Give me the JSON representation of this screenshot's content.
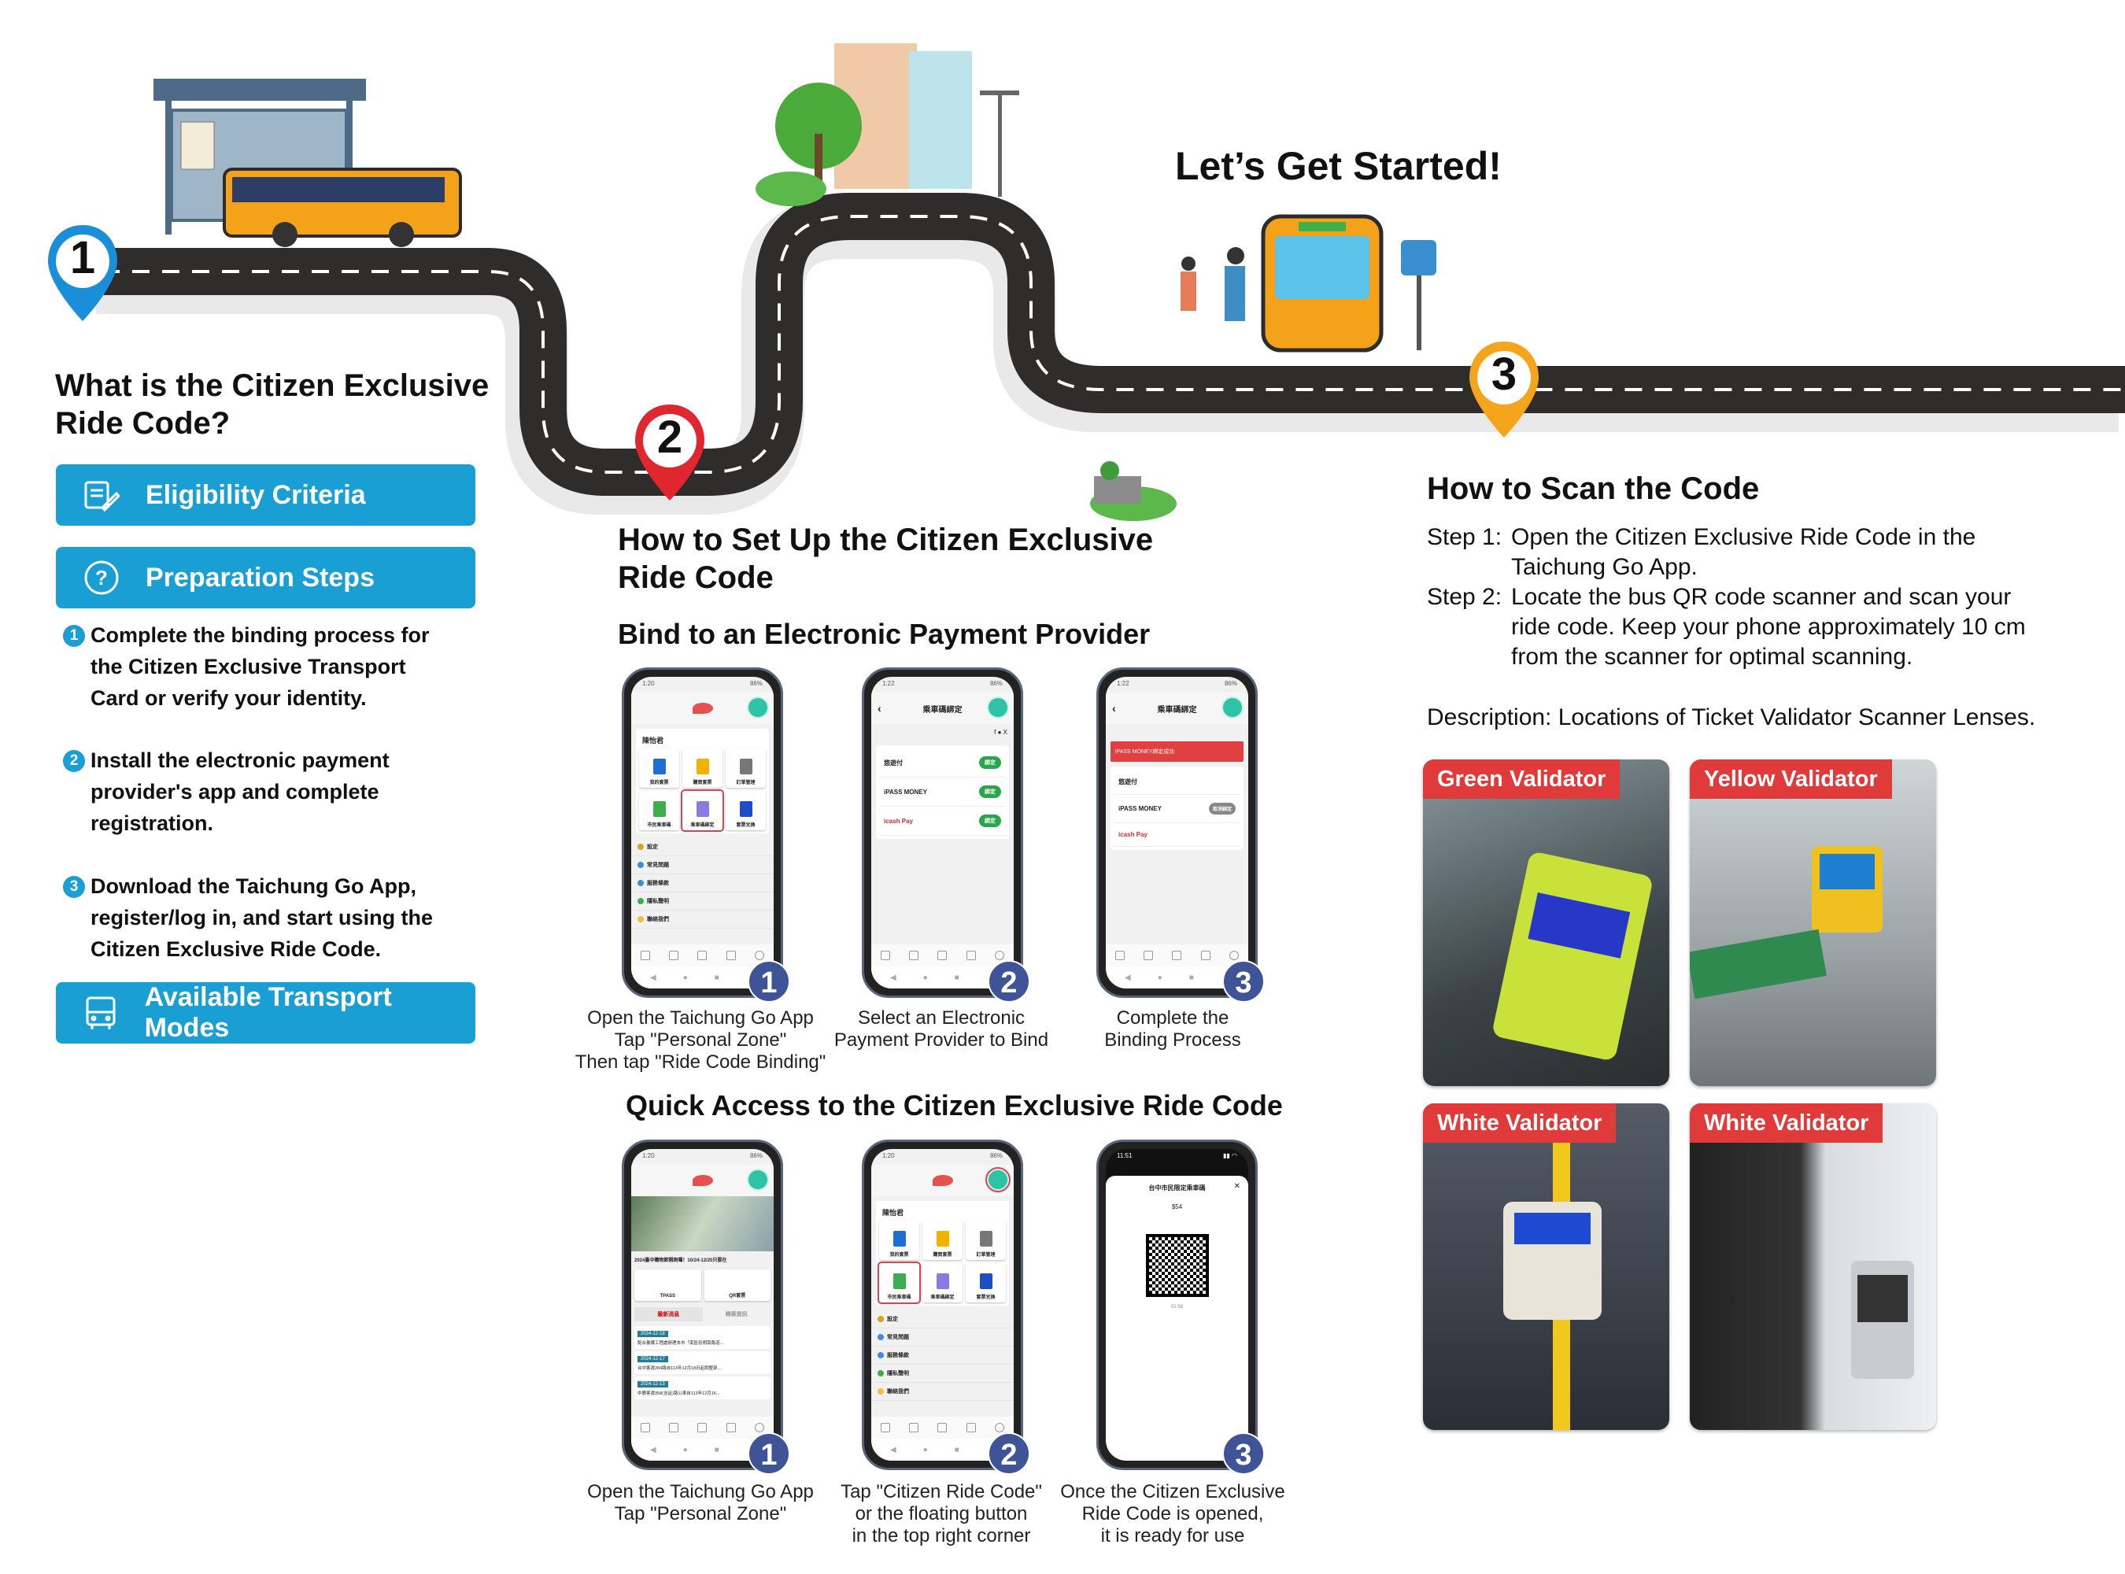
{
  "header": {
    "title": "Let’s Get Started!"
  },
  "markers": [
    "1",
    "2",
    "3"
  ],
  "colors": {
    "accent": "#1a9fd4",
    "marker1": "#1a8fd9",
    "marker2": "#e0262e",
    "marker3": "#f5a51c",
    "badge": "#3f5497",
    "label_red": "#e03a3a"
  },
  "section1": {
    "title_line1": "What is the Citizen Exclusive",
    "title_line2": "Ride Code?",
    "eligibility_button": "Eligibility Criteria",
    "preparation_button": "Preparation Steps",
    "steps": [
      {
        "num": "1",
        "lines": [
          "Complete the binding process for",
          "the Citizen Exclusive Transport",
          "Card or verify your identity."
        ]
      },
      {
        "num": "2",
        "lines": [
          "Install the electronic payment",
          "provider's app and complete",
          "registration."
        ]
      },
      {
        "num": "3",
        "lines": [
          "Download the Taichung Go App,",
          "register/log in, and start using the",
          "Citizen Exclusive Ride Code."
        ]
      }
    ],
    "transport_button": "Available Transport Modes"
  },
  "section2": {
    "title_line1": "How to Set Up the Citizen Exclusive",
    "title_line2": "Ride Code",
    "bind_heading": "Bind to an Electronic Payment Provider",
    "bind_captions": [
      [
        "Open the Taichung Go App",
        "Tap \"Personal Zone\"",
        "Then tap \"Ride Code Binding\""
      ],
      [
        "Select an Electronic",
        "Payment Provider to Bind"
      ],
      [
        "Complete the",
        "Binding Process"
      ]
    ],
    "quick_heading": "Quick Access to the Citizen Exclusive Ride Code",
    "quick_captions": [
      [
        "Open the Taichung Go App",
        "Tap \"Personal Zone\""
      ],
      [
        "Tap \"Citizen Ride Code\"",
        "or the floating button",
        "in the top right corner"
      ],
      [
        "Once the Citizen Exclusive",
        "Ride Code is opened,",
        "it is ready for use"
      ]
    ],
    "badges": [
      "1",
      "2",
      "3"
    ]
  },
  "phone_ui": {
    "time_a": "1:20",
    "time_b": "1:22",
    "battery": "86%",
    "user": "陳怡君",
    "tiles": [
      "我的套票",
      "購買套票",
      "訂單管理",
      "市民乘車碼",
      "乘車碼綁定",
      "套票兌換"
    ],
    "menu": [
      "設定",
      "常見問題",
      "服務條款",
      "隱私聲明",
      "聯絡我們"
    ],
    "bind_title": "乘車碼綁定",
    "providers": [
      "悠遊付",
      "iPASS MONEY",
      "icash Pay"
    ],
    "bind_btn": "綁定",
    "unbind_btn": "取消綁定",
    "success": "iPASS MONEY綁定成功",
    "news_ticker": "2024臺中購物節開跑囉！10/24-12/25只要在",
    "home_cards": [
      "TPASS",
      "QR套票"
    ],
    "home_tabs": [
      "最新消息",
      "轉乘資訊"
    ],
    "news": [
      {
        "date": "2024-12-18",
        "text": "配合養護工程處辦理本市「南區忠明南路道..."
      },
      {
        "date": "2024-12-17",
        "text": "台中客運284路自113年12月18日起調整部..."
      },
      {
        "date": "2024-12-13",
        "text": "中鹿客運358(含延)路公車自113年12月16..."
      }
    ],
    "qr_time": "11:51",
    "qr_title": "台中市民限定乘車碼",
    "qr_balance": "$54",
    "qr_timer": "01:58"
  },
  "section3": {
    "title": "How to Scan the Code",
    "step1_label": "Step 1:",
    "step1_lines": [
      "Open the Citizen Exclusive Ride Code in the",
      "Taichung Go App."
    ],
    "step2_label": "Step 2:",
    "step2_lines": [
      "Locate the bus QR code scanner and scan your",
      "ride code. Keep your phone approximately 10 cm",
      "from the scanner for optimal scanning."
    ],
    "description": "Description: Locations of Ticket Validator Scanner Lenses.",
    "validators": [
      "Green Validator",
      "Yellow Validator",
      "White Validator",
      "White Validator"
    ]
  }
}
